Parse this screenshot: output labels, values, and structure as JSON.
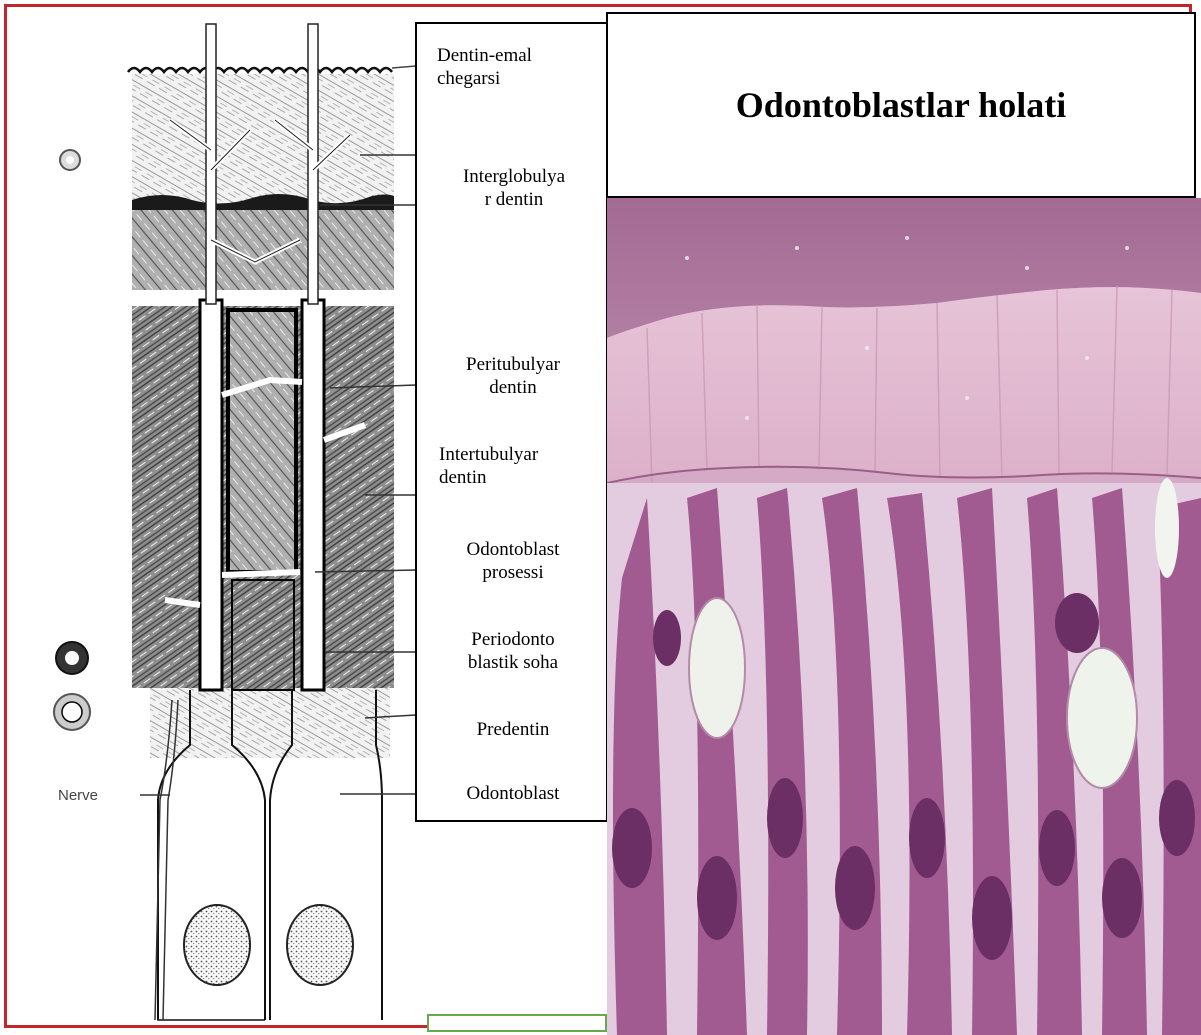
{
  "title": "Odontoblastlar holati",
  "labels": {
    "dentin_enamel_border": [
      "Dentin-emal",
      "chegarsi"
    ],
    "interglobular_dentin": [
      "Interglobulya",
      "r dentin"
    ],
    "peritubular_dentin": [
      "Peritubulyar",
      "dentin"
    ],
    "intertubular_dentin": [
      "Intertubulyar",
      "dentin"
    ],
    "odontoblast_process": [
      "Odontoblast",
      "prosessi"
    ],
    "periodontoblastic_space": [
      "Periodonto",
      "blastik soha"
    ],
    "predentin": "Predentin",
    "odontoblast": "Odontoblast"
  },
  "nerve_label": "Nerve",
  "colors": {
    "frame": "#c0262b",
    "accent_box": "#6aa84f",
    "stain_dark": "#8a3a78",
    "stain_light": "#e4b8cf"
  }
}
